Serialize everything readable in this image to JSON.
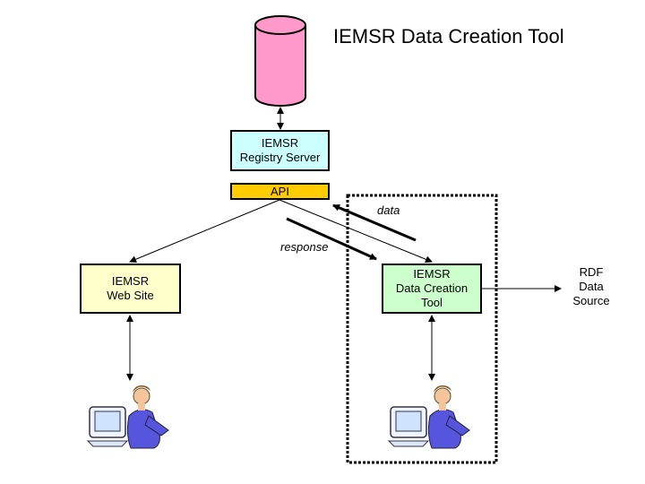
{
  "title": "IEMSR Data Creation Tool",
  "nodes": {
    "registry_server": "IEMSR\nRegistry Server",
    "api": "API",
    "web_site": "IEMSR\nWeb Site",
    "data_creation_tool": "IEMSR\nData Creation\nTool",
    "rdf_source": "RDF\nData\nSource"
  },
  "flows": {
    "data": "data",
    "response": "response"
  },
  "icons": {
    "database": "database-cylinder-icon",
    "user_left": "user-at-computer-icon",
    "user_right": "user-at-computer-icon"
  },
  "colors": {
    "database": "#ff99cc",
    "registry": "#ccffff",
    "api": "#ffcc00",
    "web_site": "#ffffcc",
    "data_creation_tool": "#ccffcc"
  }
}
